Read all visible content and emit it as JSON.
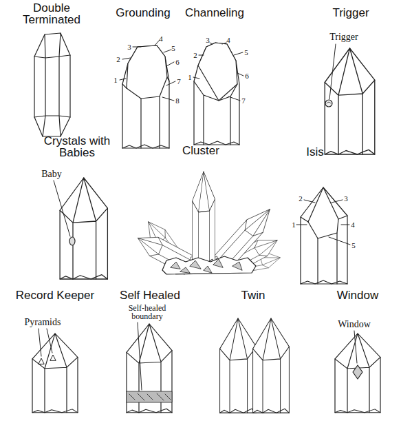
{
  "diagram": {
    "labels": [
      "Double Terminated",
      "Grounding",
      "1",
      "2",
      "3",
      "4",
      "5",
      "6",
      "7",
      "8",
      "Channeling",
      "1",
      "2",
      "3",
      "4",
      "5",
      "6",
      "7",
      "Trigger",
      "Trigger",
      "Crystals with Babies",
      "Baby",
      "Cluster",
      "Isis",
      "1",
      "2",
      "3",
      "4",
      "5",
      "Record Keeper",
      "Pyramids",
      "Self Healed",
      "Self-healed boundary",
      "Twin",
      "Window",
      "Window"
    ]
  }
}
